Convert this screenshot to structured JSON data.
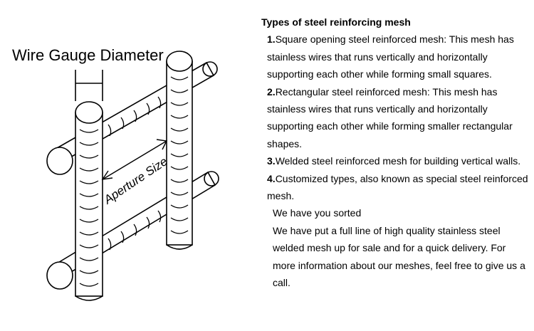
{
  "figure": {
    "label_wire_gauge": "Wire Gauge Diameter",
    "label_aperture": "Aperture Size"
  },
  "article": {
    "heading": "Types of steel reinforcing mesh",
    "items": [
      {
        "num": "1.",
        "text": "Square opening steel reinforced mesh: This mesh has stainless wires that runs vertically and horizontally supporting each other while forming small squares."
      },
      {
        "num": "2.",
        "text": "Rectangular steel reinforced mesh: This mesh has stainless wires that runs vertically and horizontally supporting each other while forming smaller rectangular shapes."
      },
      {
        "num": "3.",
        "text": "Welded steel reinforced mesh for building vertical walls."
      },
      {
        "num": "4.",
        "text": "Customized types, also known as special steel reinforced mesh."
      }
    ],
    "sorted_line": "We have you sorted",
    "closing": "We have put a full line of high quality stainless steel welded mesh up for sale and for a quick delivery. For more information about our meshes, feel free to give us a call."
  }
}
